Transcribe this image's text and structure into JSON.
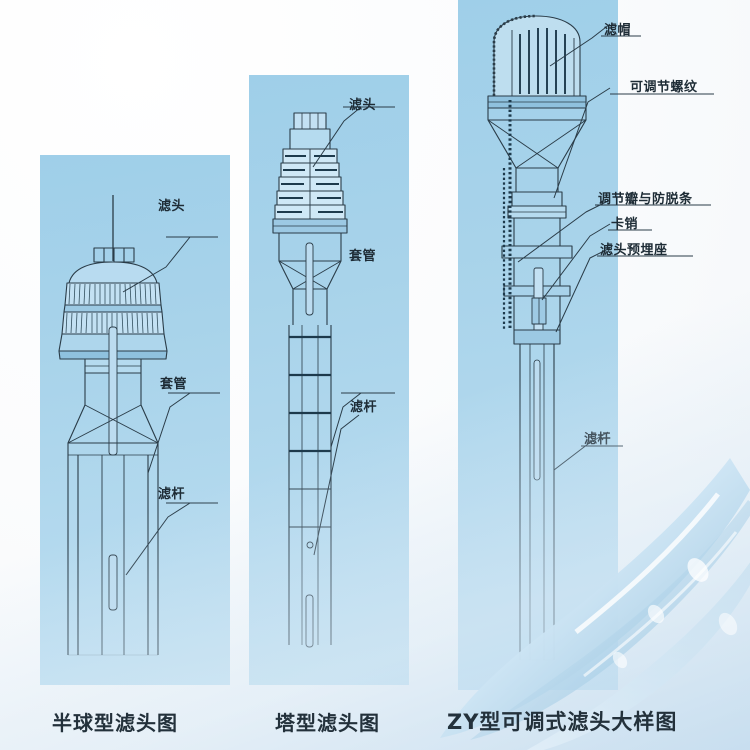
{
  "document": {
    "kind": "technical-illustration-sheet",
    "background_color": "#fdfdfd",
    "panel_color": "#a8d3ea",
    "line_color": "#2b3d49",
    "text_color": "#1e2c36"
  },
  "panels": [
    {
      "id": "hemispherical",
      "caption": "半球型滤头图",
      "callouts": [
        {
          "name": "filter-head",
          "text": "滤头"
        },
        {
          "name": "casing",
          "text": "套管"
        },
        {
          "name": "filter-rod",
          "text": "滤杆"
        }
      ]
    },
    {
      "id": "tower",
      "caption": "塔型滤头图",
      "callouts": [
        {
          "name": "filter-head",
          "text": "滤头"
        },
        {
          "name": "casing",
          "text": "套管"
        },
        {
          "name": "filter-rod",
          "text": "滤杆"
        }
      ]
    },
    {
      "id": "zy-adjustable",
      "caption": "ZY型可调式滤头大样图",
      "callouts": [
        {
          "name": "filter-cap",
          "text": "滤帽"
        },
        {
          "name": "adjustable-thread",
          "text": "可调节螺纹"
        },
        {
          "name": "adjusting-flap-and-anti-release-strip",
          "text": "调节瓣与防脱条"
        },
        {
          "name": "locking-pin",
          "text": "卡销"
        },
        {
          "name": "filter-head-embedded-seat",
          "text": "滤头预埋座"
        },
        {
          "name": "filter-rod",
          "text": "滤杆"
        }
      ]
    }
  ],
  "captions": {
    "left": "半球型滤头图",
    "middle": "塔型滤头图",
    "right": "ZY型可调式滤头大样图"
  },
  "labels": {
    "left_filter_head": "滤头",
    "left_casing": "套管",
    "left_filter_rod": "滤杆",
    "middle_filter_head": "滤头",
    "middle_casing": "套管",
    "middle_filter_rod": "滤杆",
    "right_filter_cap": "滤帽",
    "right_adjustable_thread": "可调节螺纹",
    "right_adjusting_flap": "调节瓣与防脱条",
    "right_locking_pin": "卡销",
    "right_embedded_seat": "滤头预埋座",
    "right_filter_rod": "滤杆"
  }
}
